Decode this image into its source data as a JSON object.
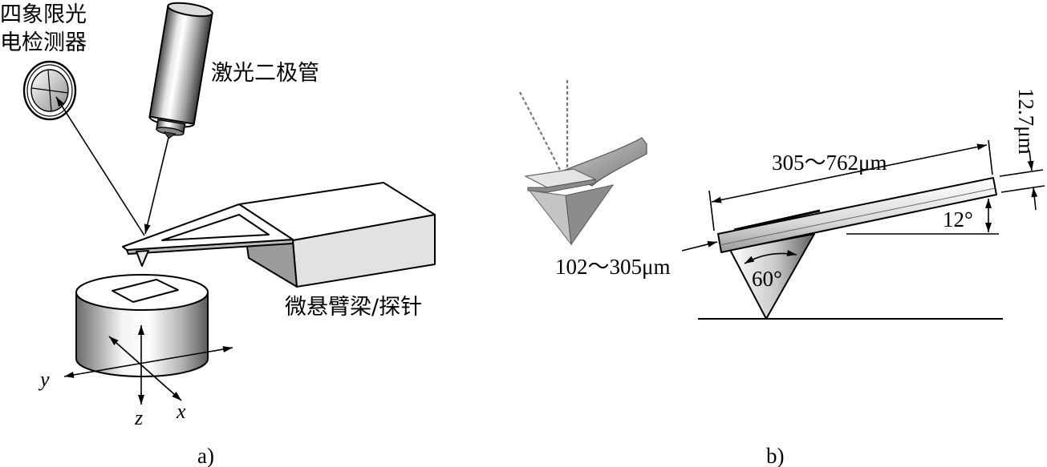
{
  "panel_a": {
    "detector_label_line1": "四象限光",
    "detector_label_line2": "电检测器",
    "laser_label": "激光二极管",
    "cantilever_label": "微悬臂梁/探针",
    "axis_x": "x",
    "axis_y": "y",
    "axis_z": "z",
    "caption": "a)"
  },
  "panel_b": {
    "length_label": "305～762μm",
    "thickness_label": "12.7μm",
    "tilt_angle_label": "12°",
    "width_label": "102～305μm",
    "tip_angle_label": "60°",
    "caption": "b)"
  }
}
